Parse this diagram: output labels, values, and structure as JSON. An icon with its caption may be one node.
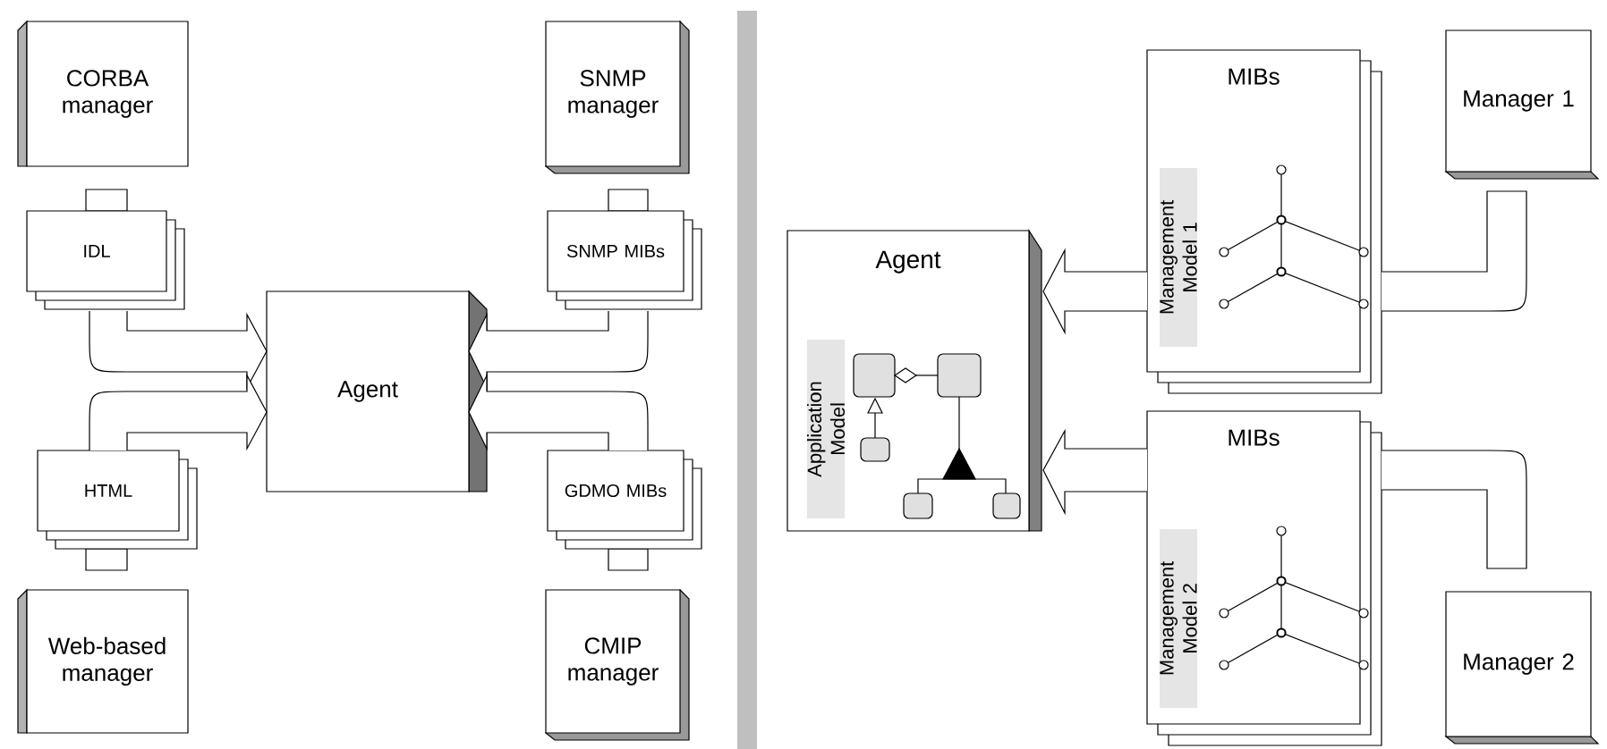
{
  "diagram": {
    "nodes": [
      {
        "text": [
          "CORBA manager"
        ]
      },
      {
        "text": [
          "SNMP manager"
        ]
      },
      {
        "text": [
          "IDL"
        ]
      },
      {
        "text": [
          "SNMP MIBs"
        ]
      },
      {
        "text": [
          "Agent"
        ]
      },
      {
        "text": [
          "HTML"
        ]
      },
      {
        "text": [
          "GDMO MIBs"
        ]
      },
      {
        "text": [
          "Web-based manager"
        ]
      },
      {
        "text": [
          "CMIP manager"
        ]
      },
      {
        "text": [
          "Agent"
        ]
      },
      {
        "text": [
          "Application Model"
        ],
        "in": 9
      },
      {
        "text": [
          "MIBs"
        ]
      },
      {
        "text": [
          "Management Model 1"
        ],
        "in": 11
      },
      {
        "text": [
          "Manager 1"
        ]
      },
      {
        "text": [
          "MIBs"
        ]
      },
      {
        "text": [
          "Management Model 2"
        ],
        "in": 14
      },
      {
        "text": [
          "Manager 2"
        ]
      }
    ],
    "edges": [
      {
        "from": 2,
        "to": 4,
        "arrow": "to"
      },
      {
        "from": 3,
        "to": 4,
        "arrow": "to"
      },
      {
        "from": 5,
        "to": 4,
        "arrow": "to"
      },
      {
        "from": 6,
        "to": 4,
        "arrow": "to"
      },
      {
        "from": 11,
        "to": 9,
        "arrow": "to"
      },
      {
        "from": 14,
        "to": 9,
        "arrow": "to"
      },
      {
        "from": 11,
        "to": 13,
        "arrow": "none"
      },
      {
        "from": 14,
        "to": 16,
        "arrow": "none"
      }
    ]
  }
}
